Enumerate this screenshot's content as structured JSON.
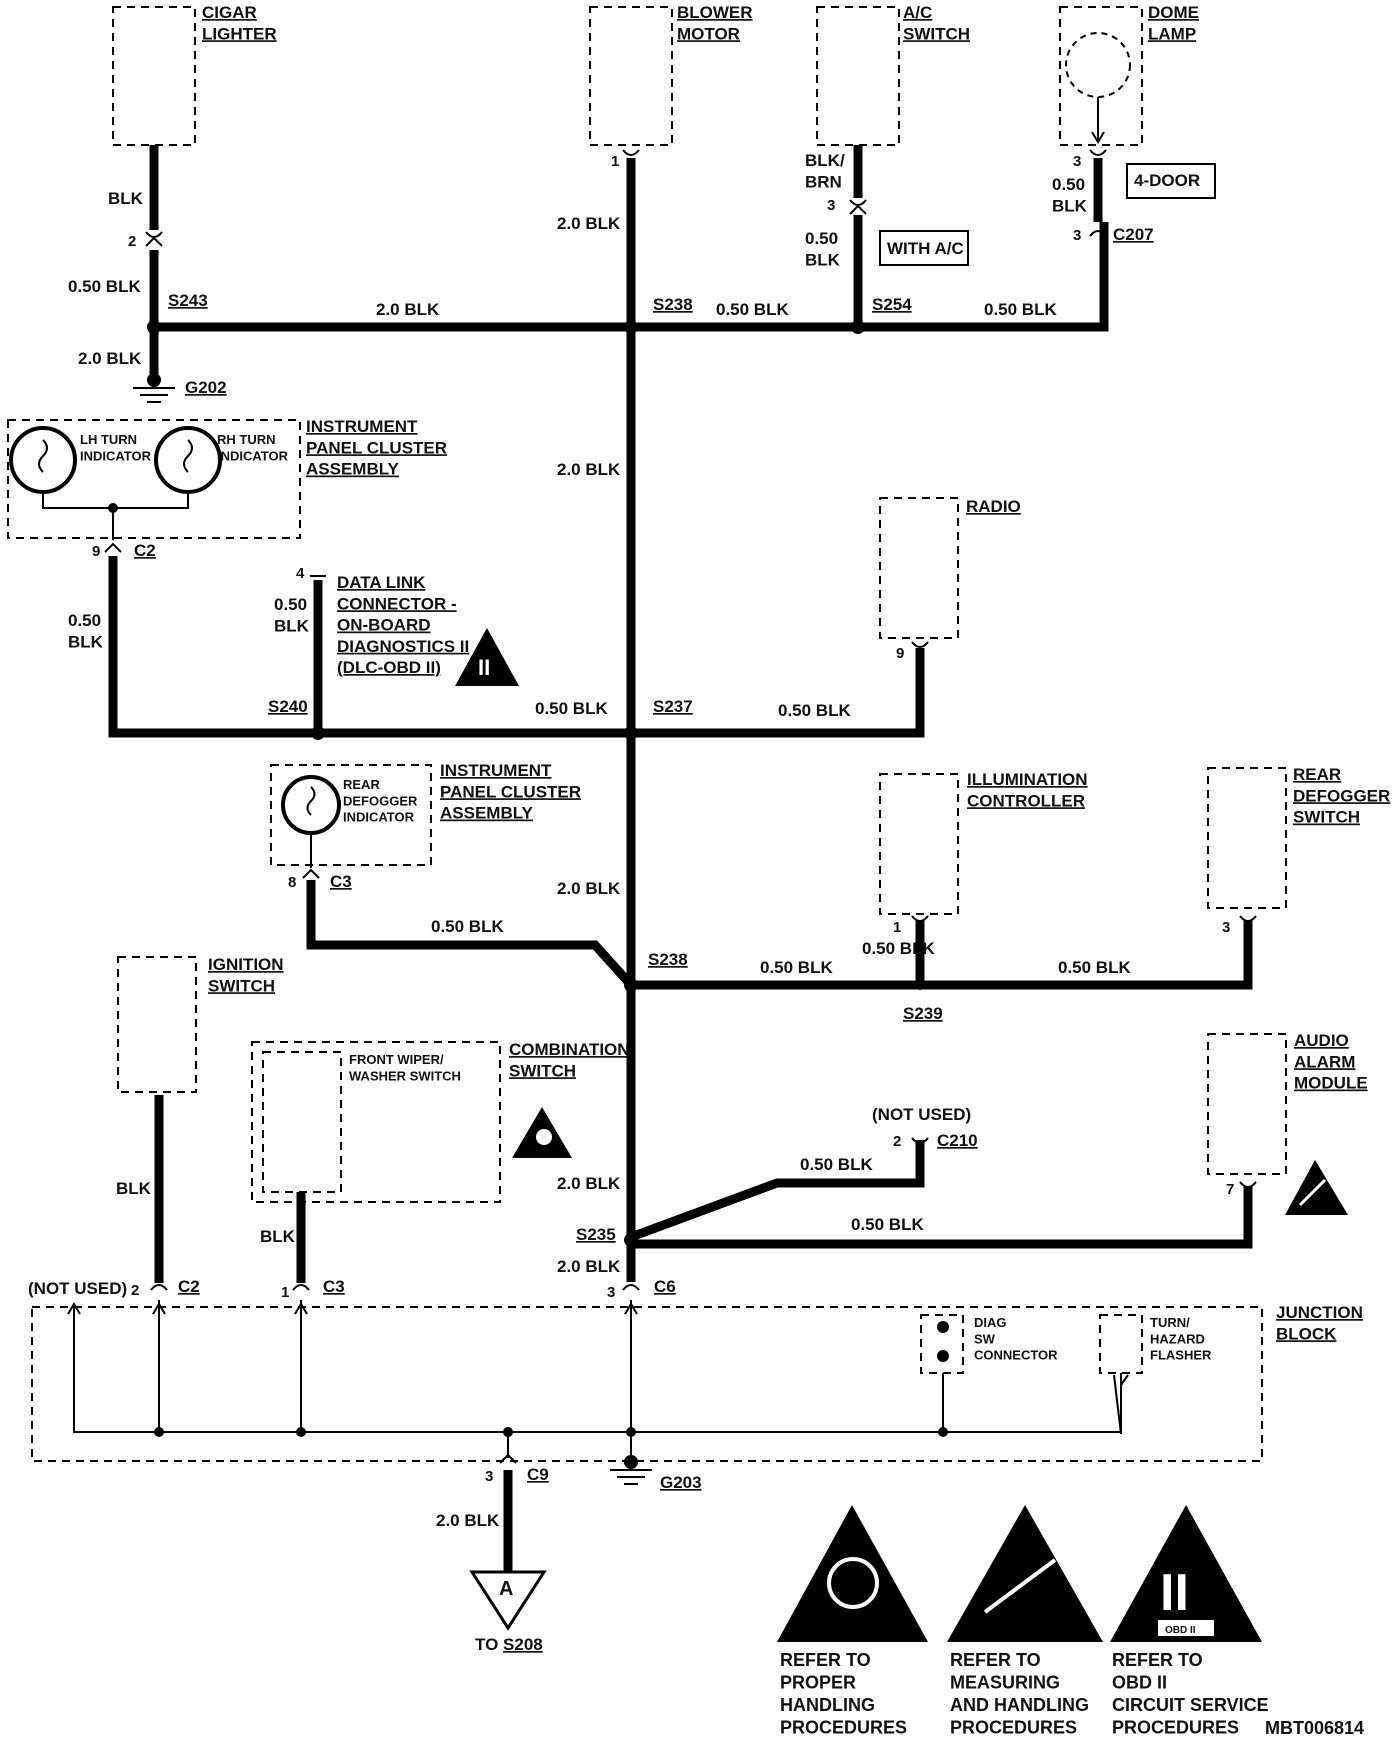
{
  "components": {
    "cigar_lighter": "CIGAR\nLIGHTER",
    "blower_motor": "BLOWER\nMOTOR",
    "ac_switch": "A/C\nSWITCH",
    "dome_lamp": "DOME\nLAMP",
    "ipc1": "INSTRUMENT\nPANEL CLUSTER\nASSEMBLY",
    "lh_turn": "LH TURN\nINDICATOR",
    "rh_turn": "RH TURN\nINDICATOR",
    "dlc": "DATA LINK\nCONNECTOR -\nON-BOARD\nDIAGNOSTICS II\n(DLC-OBD II)",
    "radio": "RADIO",
    "ipc2": "INSTRUMENT\nPANEL CLUSTER\nASSEMBLY",
    "rear_def_ind": "REAR\nDEFOGGER\nINDICATOR",
    "illum": "ILLUMINATION\nCONTROLLER",
    "rear_def_sw": "REAR\nDEFOGGER\nSWITCH",
    "ignition": "IGNITION\nSWITCH",
    "front_wiper": "FRONT WIPER/\nWASHER SWITCH",
    "combination": "COMBINATION\nSWITCH",
    "audio_alarm": "AUDIO\nALARM\nMODULE",
    "junction": "JUNCTION\nBLOCK",
    "diag": "DIAG\nSW\nCONNECTOR",
    "turn_haz": "TURN/\nHAZARD\nFLASHER"
  },
  "boxes": {
    "with_ac": "WITH A/C",
    "four_door": "4-DOOR"
  },
  "wires": {
    "blk": "BLK",
    "w050": "0.50 BLK",
    "w20": "2.0 BLK",
    "blk_brn": "BLK/\nBRN",
    "w050s": "0.50\nBLK"
  },
  "splices": {
    "s243": "S243",
    "s238a": "S238",
    "s254": "S254",
    "s240": "S240",
    "s237": "S237",
    "s238b": "S238",
    "s239": "S239",
    "s235": "S235"
  },
  "grounds": {
    "g202": "G202",
    "g203": "G203"
  },
  "connectors": {
    "c207": "C207",
    "c2": "C2",
    "c3": "C3",
    "c210": "C210",
    "c6": "C6",
    "c9": "C9"
  },
  "pins": {
    "p1": "1",
    "p2": "2",
    "p3": "3",
    "p4": "4",
    "p7": "7",
    "p8": "8",
    "p9": "9"
  },
  "not_used": "(NOT USED)",
  "offpage": {
    "letter": "A",
    "to": "TO ",
    "to_ref": "S208"
  },
  "notes": {
    "handling": "REFER TO\nPROPER\nHANDLING\nPROCEDURES",
    "measuring": "REFER TO\nMEASURING\nAND HANDLING\nPROCEDURES",
    "obd": "REFER TO\nOBD II\nCIRCUIT SERVICE\nPROCEDURES"
  },
  "obd_symbol": "II",
  "obd_tag": "OBD II",
  "figure_id": "MBT006814"
}
